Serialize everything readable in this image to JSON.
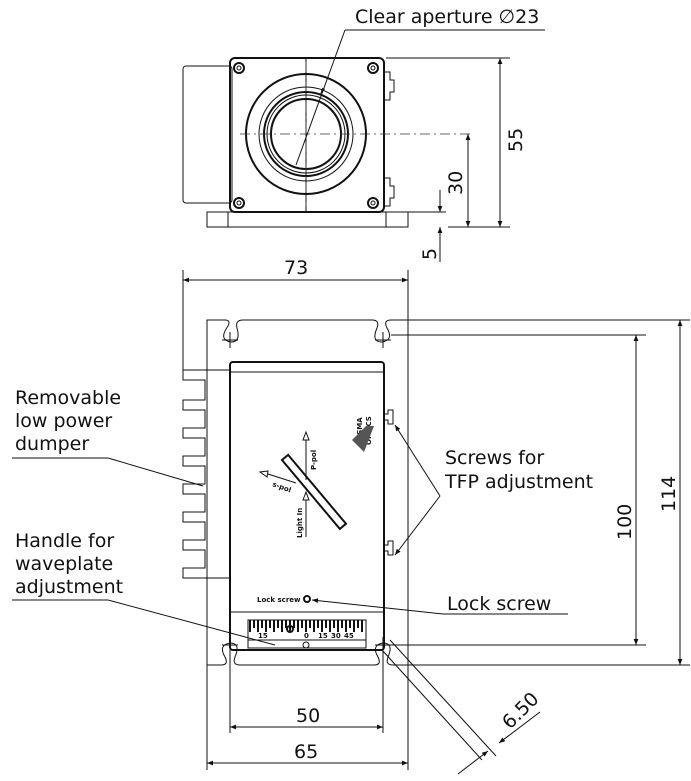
{
  "labels": {
    "clear_aperture": "Clear aperture ∅23",
    "removable": [
      "Removable",
      "low power",
      "dumper"
    ],
    "handle": [
      "Handle for",
      "waveplate",
      "adjustment"
    ],
    "screws": [
      "Screws for",
      "TFP adjustment"
    ],
    "lock_screw": "Lock screw"
  },
  "dimensions": {
    "height_total": "55",
    "center_height": "30",
    "base_thickness": "5",
    "width_top": "73",
    "length_total": "114",
    "hole_spacing_length": "100",
    "hole_spacing_width": "50",
    "width_base": "65",
    "slot_width": "6.50"
  },
  "device": {
    "brand": [
      "EKSMA",
      "OPTICS"
    ],
    "p_pol": "P-pol",
    "s_pol": "s-pol",
    "light_in": "Light In",
    "lock_screw": "Lock screw",
    "scale": [
      "15",
      "0",
      "15",
      "30",
      "45"
    ]
  }
}
